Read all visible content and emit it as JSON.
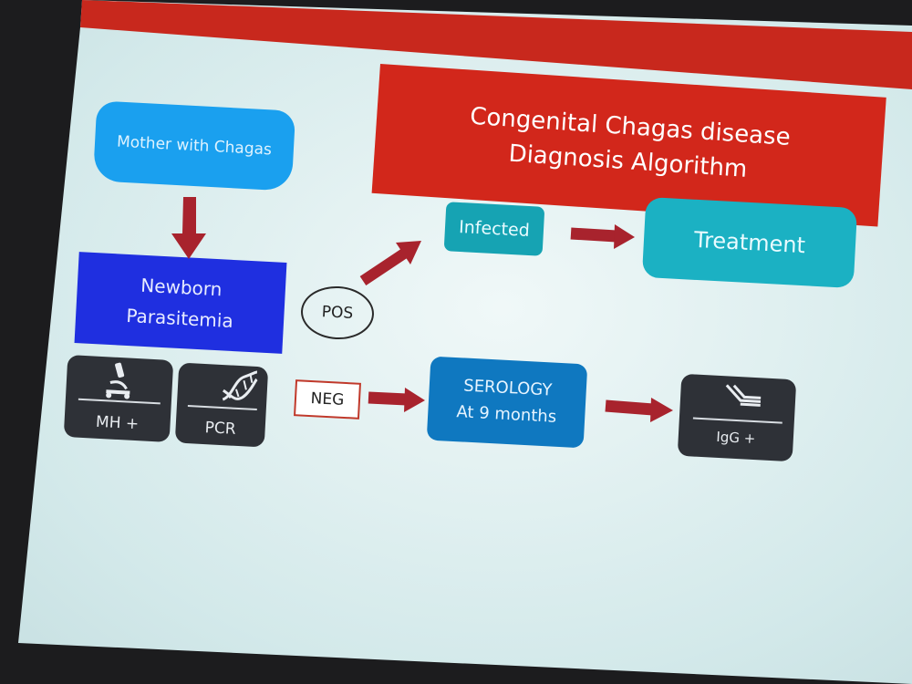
{
  "title": {
    "line1": "Congenital Chagas disease",
    "line2": "Diagnosis Algorithm"
  },
  "nodes": {
    "mother": "Mother with Chagas",
    "newborn_line1": "Newborn",
    "newborn_line2": "Parasitemia",
    "infected": "Infected",
    "treatment": "Treatment",
    "serology_line1": "SEROLOGY",
    "serology_line2": "At 9 months"
  },
  "tests": {
    "mh": "MH +",
    "pcr": "PCR",
    "igg": "IgG +"
  },
  "branches": {
    "pos": "POS",
    "neg": "NEG"
  },
  "icons": [
    "microscope-icon",
    "dna-icon",
    "antibody-icon"
  ],
  "colors": {
    "title_red": "#d2271b",
    "arrow_red": "#a8232d",
    "mother_blue": "#1aa0ef",
    "newborn_blue": "#1f2fe0",
    "teal": "#16a3b3",
    "serology_blue": "#0f78c0",
    "dark_box": "#2e3137"
  }
}
